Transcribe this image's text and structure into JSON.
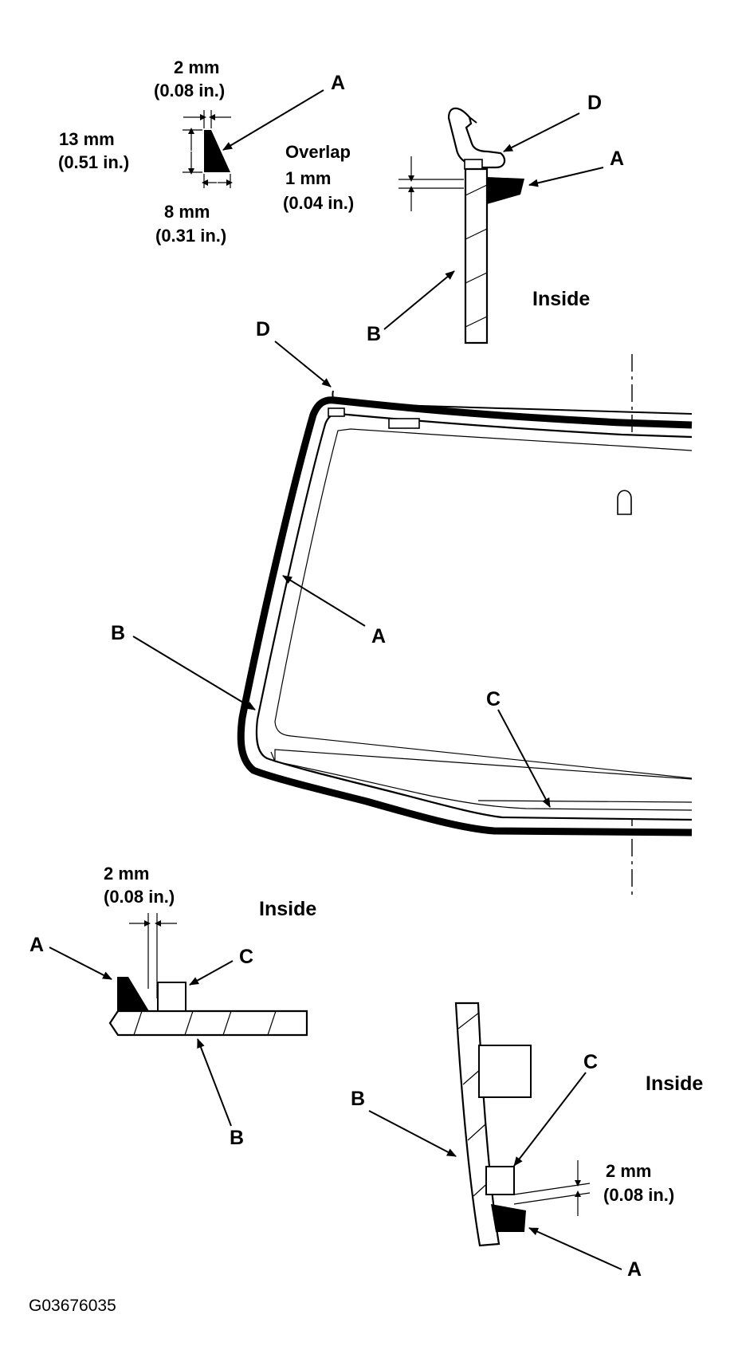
{
  "figure_id": "G03676035",
  "labels": {
    "A": "A",
    "B": "B",
    "C": "C",
    "D": "D"
  },
  "inside": "Inside",
  "top_left_detail": {
    "width_top_mm": "2 mm",
    "width_top_in": "(0.08 in.)",
    "height_mm": "13 mm",
    "height_in": "(0.51 in.)",
    "width_bottom_mm": "8 mm",
    "width_bottom_in": "(0.31 in.)"
  },
  "top_right_detail": {
    "overlap_label": "Overlap",
    "overlap_mm": "1 mm",
    "overlap_in": "(0.04 in.)"
  },
  "bottom_left_detail": {
    "gap_mm": "2 mm",
    "gap_in": "(0.08 in.)"
  },
  "bottom_right_detail": {
    "gap_mm": "2 mm",
    "gap_in": "(0.08 in.)"
  }
}
